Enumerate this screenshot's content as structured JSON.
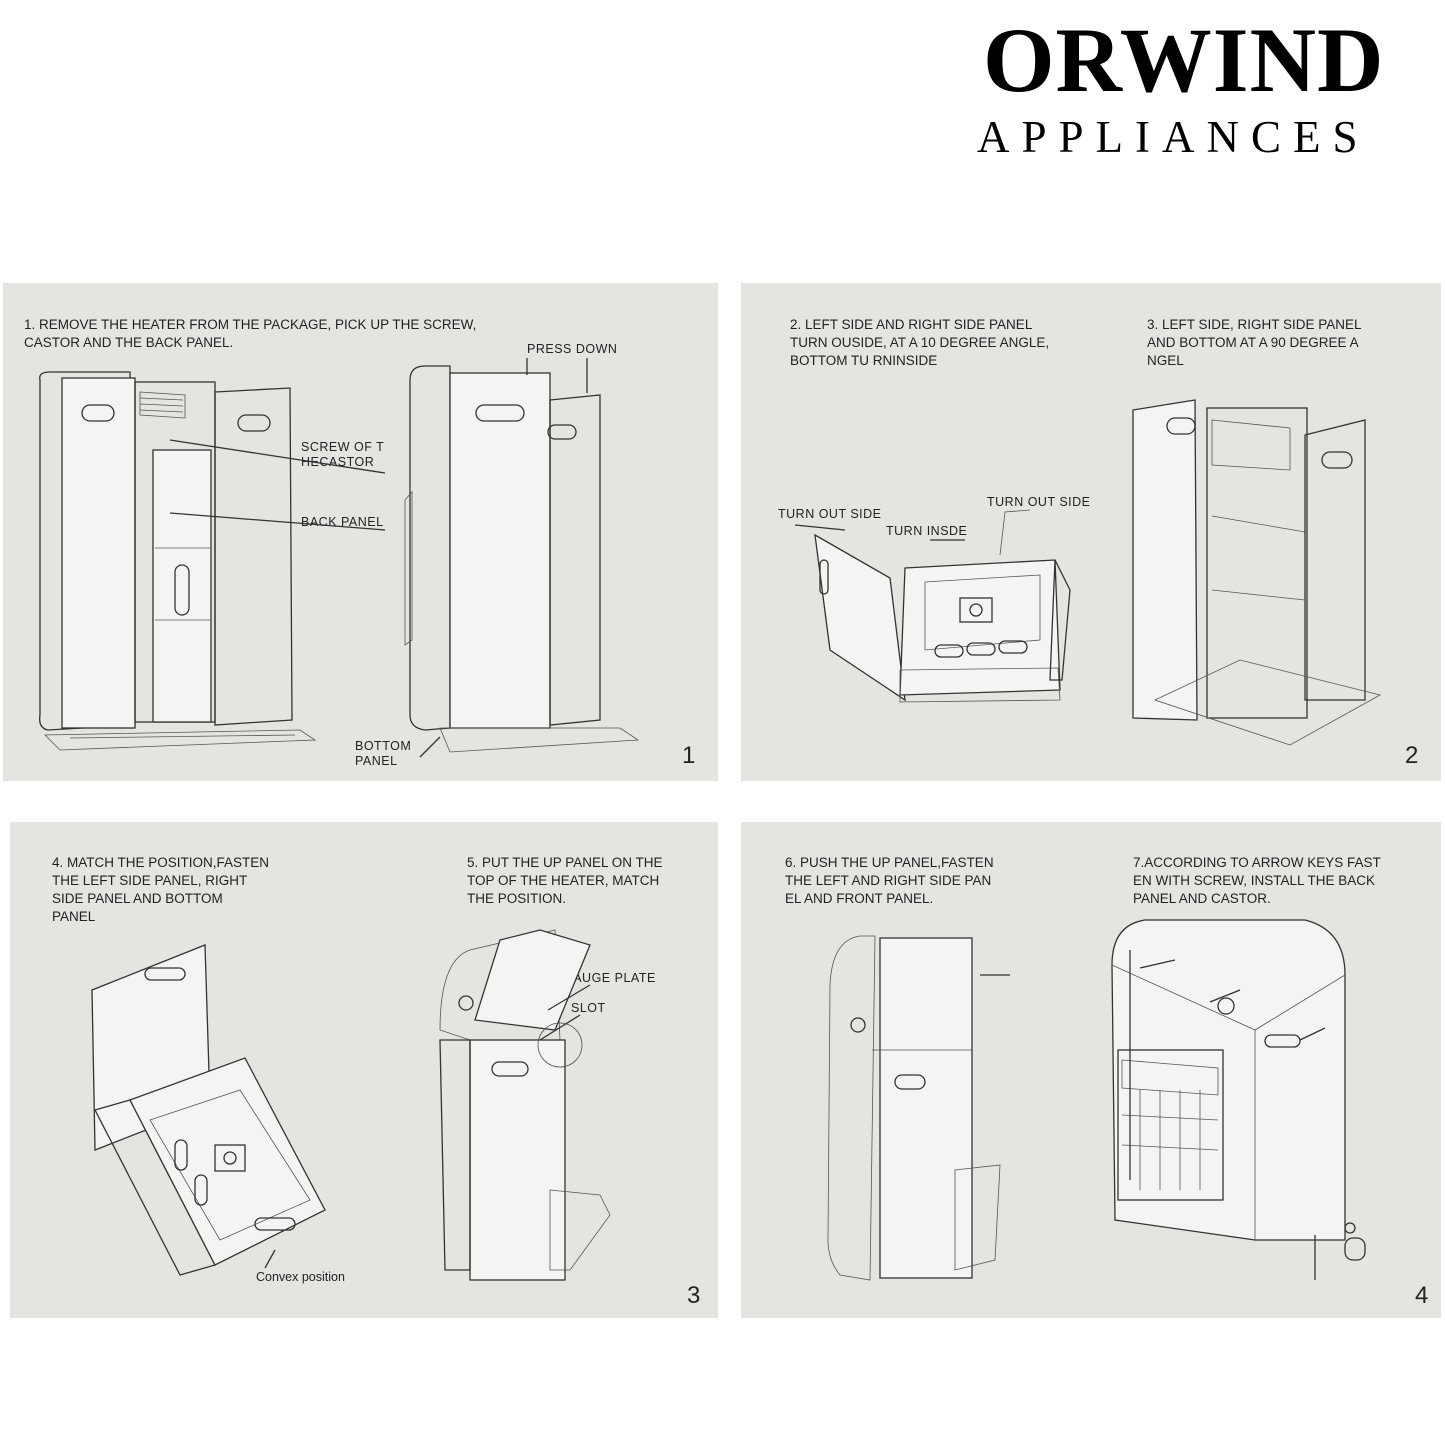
{
  "brand": {
    "name": "ORWIND",
    "tagline": "APPLIANCES"
  },
  "panels": [
    {
      "number": "1",
      "steps": [
        {
          "lines": [
            "1. REMOVE THE HEATER FROM THE PACKAGE, PICK UP THE  SCREW,",
            "CASTOR AND THE  BACK PANEL."
          ]
        }
      ],
      "labels": {
        "press_down": "PRESS  DOWN",
        "screw": [
          "SCREW  OF  T",
          "HECASTOR"
        ],
        "back_panel": "BACK  PANEL",
        "bottom_panel": [
          "BOTTOM",
          "PANEL"
        ]
      }
    },
    {
      "number": "2",
      "steps": [
        {
          "lines": [
            "2. LEFT SIDE AND RIGHT SIDE PANEL",
            "TURN OUSIDE, AT A 10 DEGREE ANGLE,",
            "BOTTOM TU RNINSIDE"
          ]
        },
        {
          "lines": [
            "3. LEFT SIDE, RIGHT SIDE PANEL",
            "AND BOTTOM AT A 90 DEGREE A",
            "NGEL"
          ]
        }
      ],
      "labels": {
        "turn_out_left": "TURN  OUT  SIDE",
        "turn_inside": "TURN  INSDE",
        "turn_out_right": "TURN  OUT  SIDE"
      }
    },
    {
      "number": "3",
      "steps": [
        {
          "lines": [
            "4. MATCH THE POSITION,FASTEN",
            "THE LEFT SIDE PANEL, RIGHT",
            "SIDE PANEL AND BOTTOM",
            "PANEL"
          ]
        },
        {
          "lines": [
            "5. PUT THE UP PANEL ON THE",
            "TOP OF THE HEATER, MATCH",
            "THE POSITION."
          ]
        }
      ],
      "labels": {
        "convex": "Convex position",
        "gauge_plate": "GAUGE  PLATE",
        "slot": "SLOT"
      }
    },
    {
      "number": "4",
      "steps": [
        {
          "lines": [
            "6. PUSH THE UP PANEL,FASTEN",
            "THE LEFT AND RIGHT SIDE PAN",
            "EL AND FRONT PANEL."
          ]
        },
        {
          "lines": [
            "7.ACCORDING TO ARROW KEYS FAST",
            "EN WITH SCREW, INSTALL THE BACK",
            "PANEL AND CASTOR."
          ]
        }
      ],
      "labels": {}
    }
  ]
}
